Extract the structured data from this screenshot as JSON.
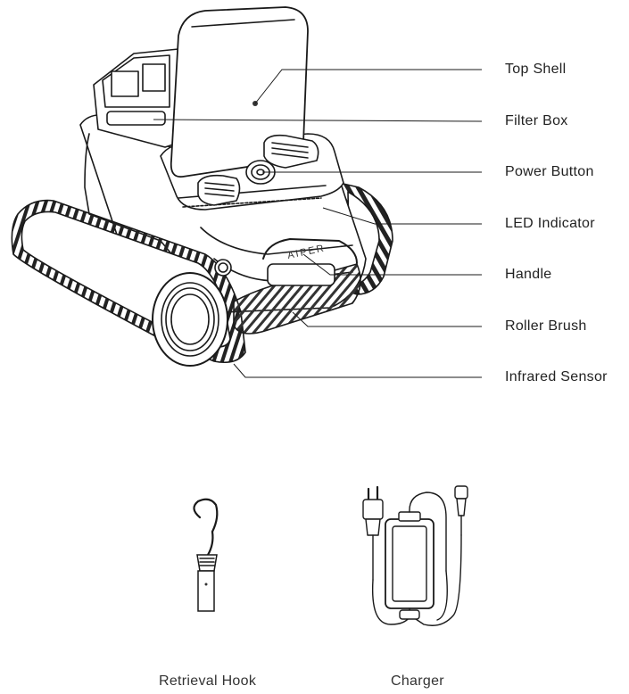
{
  "callouts": {
    "top_shell": "Top Shell",
    "filter_box": "Filter Box",
    "power_button": "Power Button",
    "led_indicator": "LED Indicator",
    "handle": "Handle",
    "roller_brush": "Roller Brush",
    "infrared_sensor": "Infrared Sensor"
  },
  "robot_logo": "AIPER",
  "accessories": {
    "retrieval_hook": "Retrieval Hook",
    "charger": "Charger"
  },
  "colors": {
    "line": "#1a1a1a",
    "fill": "#ffffff",
    "text": "#222222"
  }
}
